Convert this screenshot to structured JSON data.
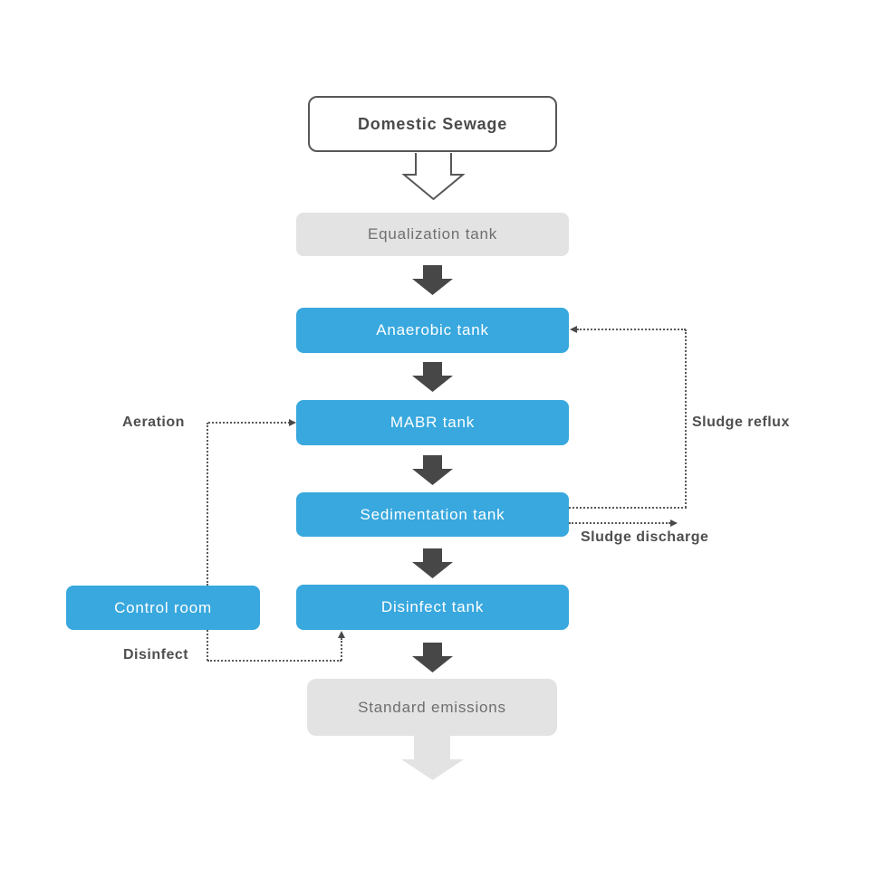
{
  "diagram": {
    "nodes": {
      "domestic_sewage": "Domestic Sewage",
      "equalization": "Equalization tank",
      "anaerobic": "Anaerobic tank",
      "mabr": "MABR tank",
      "sedimentation": "Sedimentation tank",
      "disinfect_tank": "Disinfect tank",
      "standard_emissions": "Standard emissions",
      "control_room": "Control room"
    },
    "labels": {
      "aeration": "Aeration",
      "sludge_reflux": "Sludge reflux",
      "sludge_discharge": "Sludge discharge",
      "disinfect": "Disinfect"
    },
    "colors": {
      "node_blue": "#38a8de",
      "node_gray": "#e3e3e3",
      "arrow_dark": "#474747",
      "arrow_light": "#e3e3e3",
      "connector_line": "#5a5a5a",
      "start_border": "#575757",
      "start_text": "#4a4a4a",
      "text_on_blue": "#ffffff",
      "text_on_gray": "#6f6f6f",
      "label_text": "#4f4f4f"
    }
  }
}
